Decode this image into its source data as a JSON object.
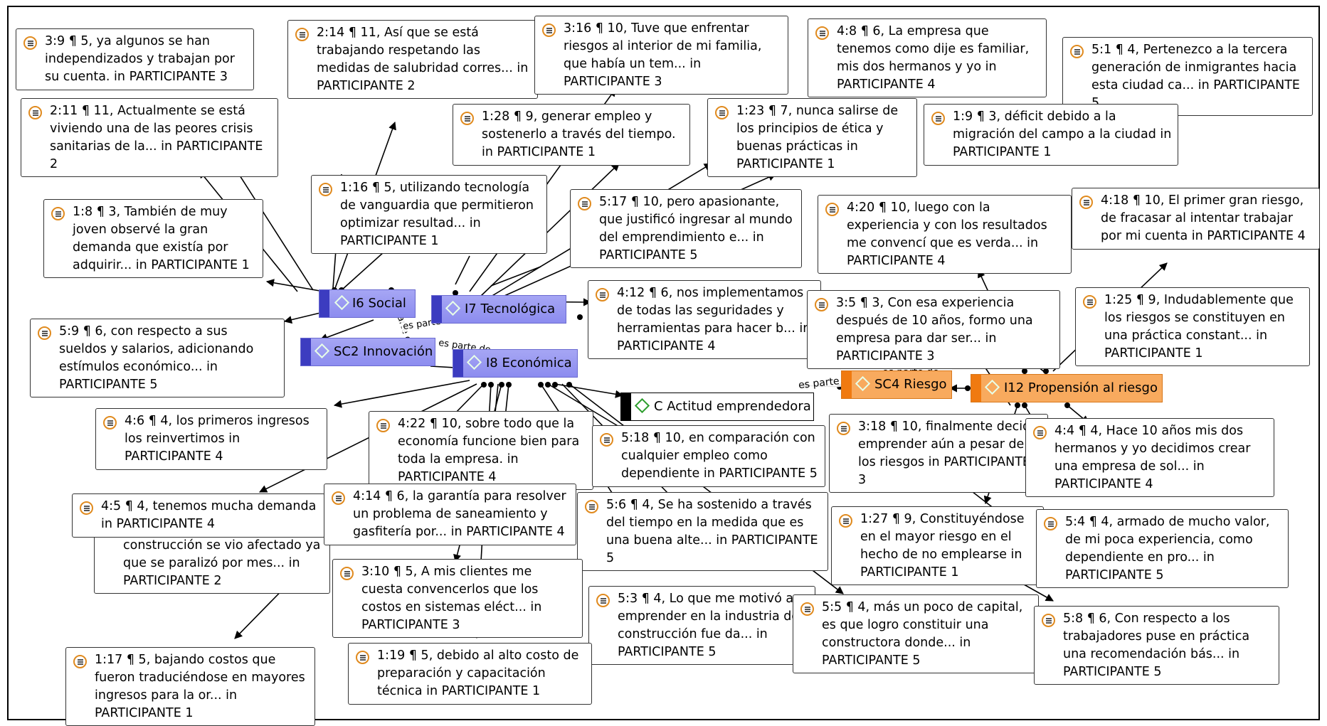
{
  "codes": {
    "i6": "I6 Social",
    "i7": "I7 Tecnológica",
    "sc2": "SC2 Innovación",
    "i8": "I8 Económica",
    "c": "C Actitud emprendedora",
    "sc4": "SC4 Riesgo",
    "i12": "I12 Propensión al riesgo"
  },
  "relation_label": "es parte de",
  "quotations": {
    "q3_9": "3:9 ¶ 5, ya algunos se han independizados y trabajan por su cuenta. in PARTICIPANTE 3",
    "q2_14": "2:14 ¶ 11, Así que se está trabajando respetando las medidas de salubridad corres... in PARTICIPANTE 2",
    "q3_16": "3:16 ¶ 10, Tuve que enfrentar riesgos al interior de mi familia, que había un tem... in PARTICIPANTE 3",
    "q4_8": "4:8 ¶ 6, La empresa que tenemos como dije es familiar, mis dos hermanos y yo in PARTICIPANTE 4",
    "q5_1": "5:1 ¶ 4, Pertenezco a la tercera generación de inmigrantes hacia esta ciudad ca... in PARTICIPANTE 5",
    "q2_11": "2:11 ¶ 11, Actualmente se está viviendo una de las peores crisis sanitarias de la... in PARTICIPANTE 2",
    "q1_28": "1:28 ¶ 9, generar empleo y sostenerlo a través del tiempo. in PARTICIPANTE 1",
    "q1_23": "1:23 ¶ 7, nunca salirse de los principios de ética y buenas prácticas in PARTICIPANTE 1",
    "q1_9": "1:9 ¶ 3, déficit debido a la migración del campo a la ciudad in PARTICIPANTE 1",
    "q1_16": "1:16 ¶ 5, utilizando tecnología de vanguardia que permitieron optimizar resultad... in PARTICIPANTE 1",
    "q1_8": "1:8 ¶ 3, También de muy joven observé la gran demanda que existía por adquirir... in PARTICIPANTE 1",
    "q5_17": "5:17 ¶ 10, pero apasionante, que justificó ingresar al mundo del emprendimiento e... in PARTICIPANTE 5",
    "q4_20": "4:20 ¶ 10, luego con la experiencia y con los resultados me convencí que es verda... in PARTICIPANTE 4",
    "q4_18": "4:18 ¶ 10, El primer gran riesgo,  de fracasar al intentar trabajar por mi cuenta in PARTICIPANTE 4",
    "q4_12": "4:12 ¶ 6, nos implementamos de todas las seguridades y herramientas para hacer b... in PARTICIPANTE 4",
    "q3_5": "3:5 ¶ 3, Con esa experiencia después de 10 años, formo una empresa para dar ser... in PARTICIPANTE 3",
    "q1_25": "1:25 ¶ 9, Indudablemente que los riesgos se constituyen en una práctica constant... in PARTICIPANTE 1",
    "q5_9": "5:9 ¶ 6, con respecto a sus sueldos y salarios, adicionando estímulos económico... in PARTICIPANTE 5",
    "q4_6": "4:6 ¶ 4, los primeros ingresos los reinvertimos in PARTICIPANTE 4",
    "q4_22": "4:22 ¶ 10, sobre todo que la economía funcione bien para toda la empresa. in PARTICIPANTE 4",
    "q5_18": "5:18 ¶ 10, en comparación con cualquier empleo como dependiente in PARTICIPANTE 5",
    "q3_18": "3:18 ¶ 10, finalmente decidí emprender aún a pesar de los riesgos in PARTICIPANTE 3",
    "q4_4": "4:4 ¶ 4, Hace 10 años mis dos hermanos y yo decidimos crear una empresa  de sol... in PARTICIPANTE 4",
    "q4_5": "4:5 ¶ 4, tenemos mucha demanda in PARTICIPANTE 4",
    "q4_14": "4:14 ¶ 6, la garantía para resolver un problema de saneamiento y gasfitería  por... in PARTICIPANTE 4",
    "q5_6": "5:6 ¶ 4, Se ha sostenido a través del tiempo en la medida que es una buena alte... in PARTICIPANTE 5",
    "q1_27": "1:27 ¶ 9, Constituyéndose en el mayor riesgo en el hecho de no emplearse in PARTICIPANTE 1",
    "q5_4": "5:4 ¶ 4, armado de mucho valor, de mi poca experiencia, como dependiente en pro... in PARTICIPANTE 5",
    "q2_15": "2:15 ¶ 11, El rubro de la construcción se vio afectado ya que se paralizó por mes... in PARTICIPANTE 2",
    "q3_10": "3:10 ¶ 5, A mis clientes me cuesta convencerlos que los costos en sistemas eléct... in PARTICIPANTE 3",
    "q5_3": "5:3 ¶ 4, Lo que me motivó a emprender en la industria de construcción fue da... in PARTICIPANTE 5",
    "q5_5": "5:5 ¶ 4, más un poco de capital, es que logro constituir una constructora donde... in PARTICIPANTE 5",
    "q5_8": "5:8 ¶ 6, Con respecto a los trabajadores puse en práctica una recomendación bás... in PARTICIPANTE 5",
    "q1_17": "1:17 ¶ 5, bajando costos que fueron traduciéndose en mayores ingresos para la or... in PARTICIPANTE 1",
    "q1_19": "1:19 ¶ 5, debido al alto costo de preparación y capacitación técnica in PARTICIPANTE 1"
  }
}
